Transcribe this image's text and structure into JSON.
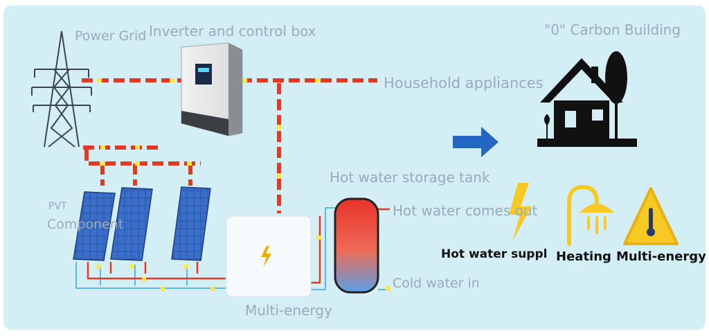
{
  "labels": {
    "power_grid": "Power Grid",
    "inverter": "Inverter and control box",
    "carbon_building": "\"0\" Carbon Building",
    "household_appliances": "Household appliances",
    "hot_water_storage_tank": "Hot water storage tank",
    "hot_water_out": "Hot water comes out",
    "cold_water_in": "Cold water in",
    "pvt": "PVT",
    "component": "Component",
    "multi_energy_unit": "Multi-energy",
    "hot_water_supply": "Hot water suppl",
    "heating": "Heating",
    "multi_energy_icon": "Multi-energy"
  },
  "icons": [
    "power-tower-icon",
    "inverter-icon",
    "solar-panel-icon",
    "multi-energy-unit-icon",
    "water-tank-icon",
    "house-icon",
    "arrow-right-icon",
    "lightning-icon",
    "shower-icon",
    "warning-thermometer-icon"
  ],
  "colors": {
    "background": "#d4eef6",
    "dashed_line": "#e03a25",
    "dash_accent": "#ffe640",
    "pipe_blue": "#58b8e8",
    "arrow": "#2467c2",
    "icon_yellow": "#f7c925",
    "panel_blue": "#2e5cb0"
  }
}
